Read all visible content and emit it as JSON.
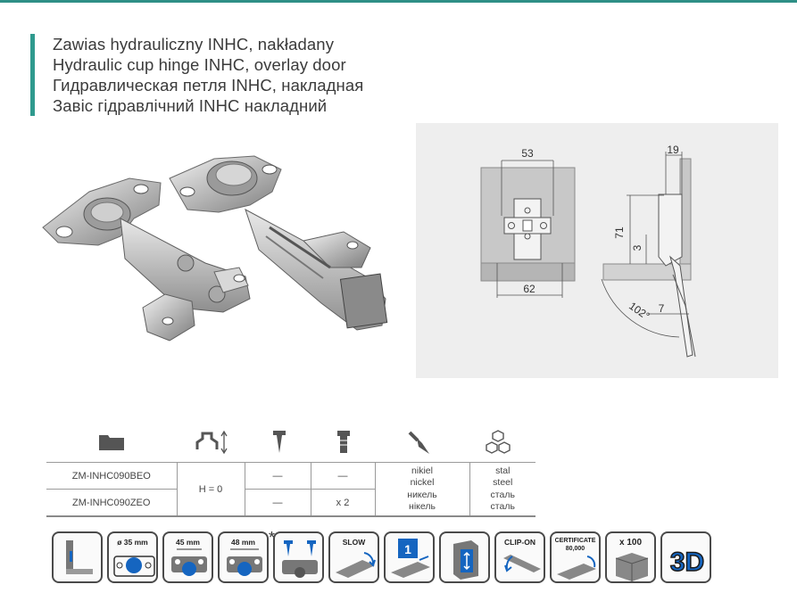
{
  "title_lines": [
    "Zawias hydrauliczny INHC, nakładany",
    "Hydraulic cup hinge INHC, overlay door",
    "Гидравлическая петля INHC, накладная",
    "Завіс гідравлічний INHC накладний"
  ],
  "drawing": {
    "dim_width_top": "53",
    "dim_width_bottom": "62",
    "dim_side_top": "19",
    "dim_height": "71",
    "dim_small": "3",
    "dim_gap": "7",
    "dim_angle": "102°"
  },
  "header_icons": [
    "folder-icon",
    "height-adjust-icon",
    "wood-screw-icon",
    "euro-screw-icon",
    "paint-brush-icon",
    "material-cubes-icon"
  ],
  "table": {
    "rows": [
      {
        "code": "ZM-INHC090BEO",
        "col3": "—",
        "col4": "—"
      },
      {
        "code": "ZM-INHC090ZEO",
        "col3": "—",
        "col4": "x 2"
      }
    ],
    "height": "H = 0",
    "finish": [
      "nikiel",
      "nickel",
      "никель",
      "нікель"
    ],
    "material": [
      "stal",
      "steel",
      "сталь",
      "сталь"
    ]
  },
  "badges": {
    "cup_diameter": "ø 35 mm",
    "spacing_45": "45 mm",
    "spacing_48": "48 mm",
    "slow": "SLOW",
    "step_one": "1",
    "clip_on": "CLIP-ON",
    "certificate": "CERTIFICATE",
    "cycles": "80,000",
    "pack": "x 100",
    "three_d": "3D"
  },
  "asterisk": "*",
  "colors": {
    "accent": "#2f9a8e",
    "drawing_bg": "#eeeeee",
    "panel_gray": "#c8c8c8",
    "badge_blue": "#1565c0"
  }
}
